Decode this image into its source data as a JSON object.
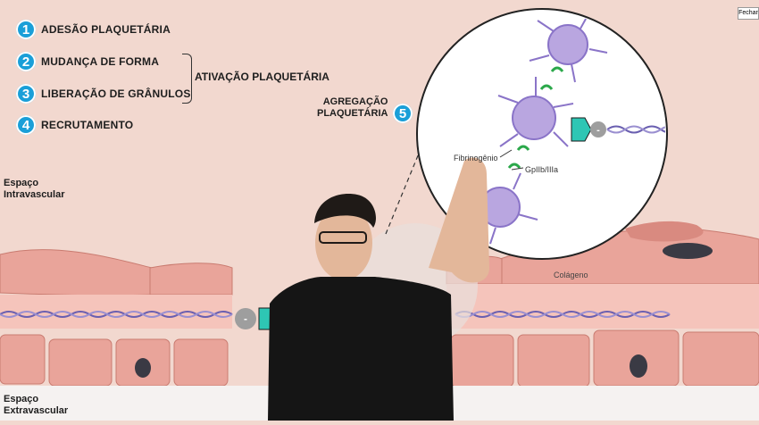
{
  "steps": [
    {
      "number": "1",
      "label": "ADESÃO PLAQUETÁRIA"
    },
    {
      "number": "2",
      "label": "MUDANÇA DE FORMA"
    },
    {
      "number": "3",
      "label": "LIBERAÇÃO DE GRÂNULOS"
    },
    {
      "number": "4",
      "label": "RECRUTAMENTO"
    }
  ],
  "group_label": "ATIVAÇÃO PLAQUETÁRIA",
  "aggregation": {
    "number": "5",
    "line1": "AGREGAÇÃO",
    "line2": "PLAQUETÁRIA"
  },
  "spaces": {
    "intra_line1": "Espaço",
    "intra_line2": "Intravascular",
    "extra_line1": "Espaço",
    "extra_line2": "Extravascular"
  },
  "annotations": {
    "fibrinogen": "Fibrinogênio",
    "receptor": "GpIIb/IIIa",
    "collagen": "Colágeno"
  },
  "close_button": "Fechar",
  "colors": {
    "badge": "#1a9fd8",
    "background": "#f2d8cf",
    "platelet": "#b9a6e0",
    "collagen_fiber": "#6a5fb0",
    "vessel_cell": "#e9a49a"
  }
}
